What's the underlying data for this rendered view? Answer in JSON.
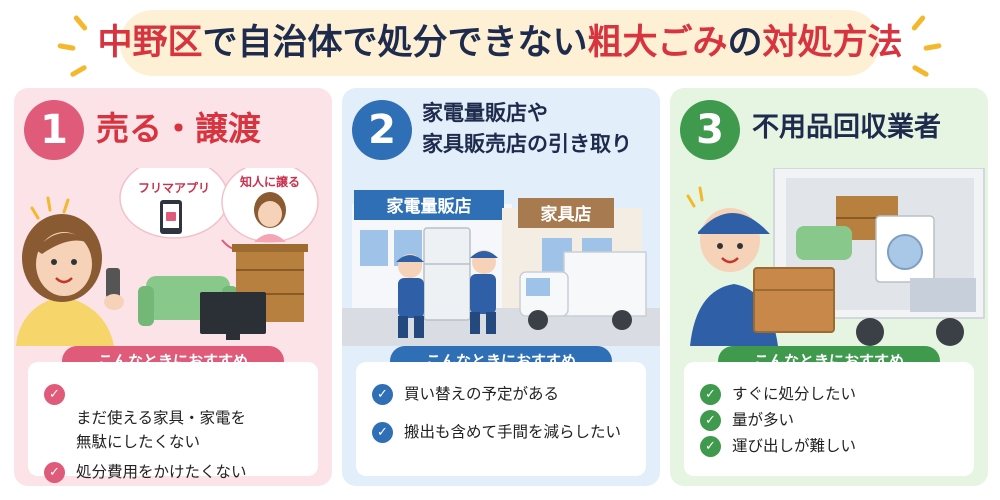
{
  "header": {
    "title_part1": "中野区",
    "title_part2": "で自治体で処分できない",
    "title_part3": "粗大ごみ",
    "title_part4": "の",
    "title_part5": "対処方法"
  },
  "recommend_label": "こんなときにおすすめ",
  "cards": [
    {
      "number": "1",
      "heading": "売る・譲渡",
      "bubbles": [
        "フリマアプリ",
        "知人に譲る"
      ],
      "items": [
        "まだ使える家具・家電を\n無駄にしたくない",
        "処分費用をかけたくない"
      ],
      "color": "#e05a7a"
    },
    {
      "number": "2",
      "heading_line1": "家電量販店や",
      "heading_line2": "家具販売店の引き取り",
      "store_signs": [
        "家電量販店",
        "家具店"
      ],
      "items": [
        "買い替えの予定がある",
        "搬出も含めて手間を減らしたい"
      ],
      "color": "#2f6fb6"
    },
    {
      "number": "3",
      "heading": "不用品回収業者",
      "items": [
        "すぐに処分したい",
        "量が多い",
        "運び出しが難しい"
      ],
      "color": "#3f9a4e"
    }
  ],
  "check_icon": "✓"
}
